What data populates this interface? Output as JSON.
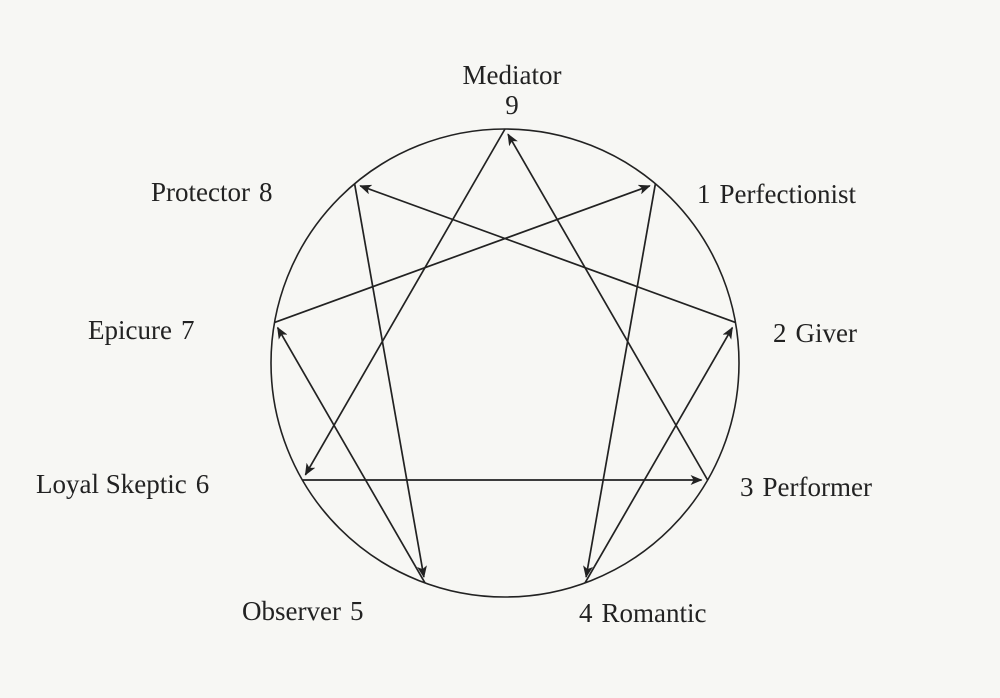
{
  "diagram": {
    "colors": {
      "ink": "#222222",
      "paper": "#f7f7f4"
    },
    "points": [
      {
        "id": "9",
        "number": "9",
        "name": "Mediator"
      },
      {
        "id": "1",
        "number": "1",
        "name": "Perfectionist"
      },
      {
        "id": "2",
        "number": "2",
        "name": "Giver"
      },
      {
        "id": "3",
        "number": "3",
        "name": "Performer"
      },
      {
        "id": "4",
        "number": "4",
        "name": "Romantic"
      },
      {
        "id": "5",
        "number": "5",
        "name": "Observer"
      },
      {
        "id": "6",
        "number": "6",
        "name": "Loyal Skeptic"
      },
      {
        "id": "7",
        "number": "7",
        "name": "Epicure"
      },
      {
        "id": "8",
        "number": "8",
        "name": "Protector"
      }
    ],
    "arrows": [
      {
        "from": "9",
        "to": "6"
      },
      {
        "from": "6",
        "to": "3"
      },
      {
        "from": "3",
        "to": "9"
      },
      {
        "from": "1",
        "to": "4"
      },
      {
        "from": "4",
        "to": "2"
      },
      {
        "from": "2",
        "to": "8"
      },
      {
        "from": "8",
        "to": "5"
      },
      {
        "from": "5",
        "to": "7"
      },
      {
        "from": "7",
        "to": "1"
      }
    ]
  }
}
